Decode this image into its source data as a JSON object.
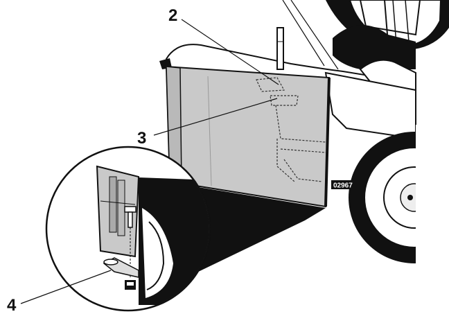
{
  "figure": {
    "figure_id": "02967",
    "callouts": [
      "2",
      "3",
      "4"
    ]
  },
  "colors": {
    "ink": "#111111",
    "panel_gray": "#c9c9c9",
    "light_gray": "#dcdcdc",
    "paper": "#ffffff"
  }
}
